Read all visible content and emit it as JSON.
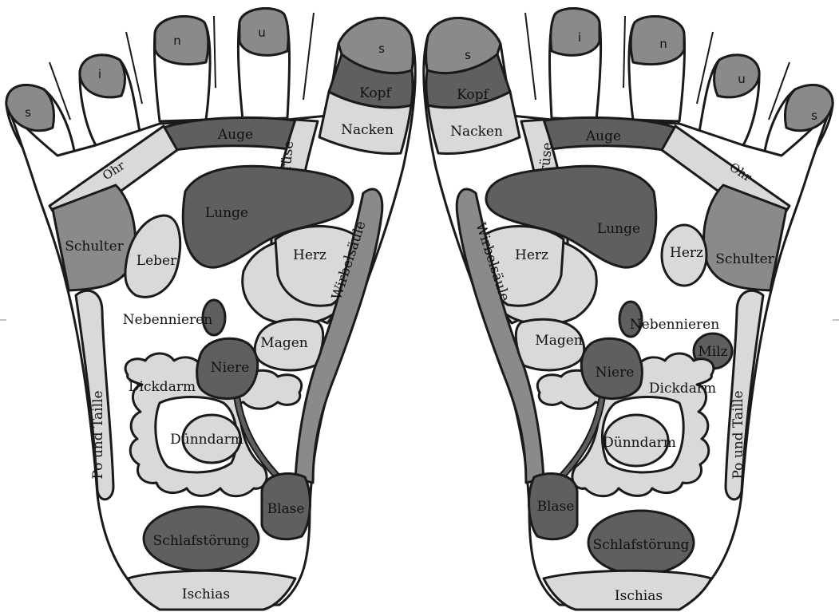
{
  "colors": {
    "dark": "#5f5f5f",
    "mid": "#8a8a8a",
    "light": "#d9d9d9",
    "foot": "#ffffff",
    "line": "#1a1a1a"
  },
  "left_foot": {
    "toes": [
      "s",
      "i",
      "n",
      "u",
      "s"
    ],
    "zones": {
      "kopf": "Kopf",
      "nacken": "Nacken",
      "auge": "Auge",
      "ohr": "Ohr",
      "schilddruese": "Schilddrüse",
      "lunge": "Lunge",
      "schulter": "Schulter",
      "leber": "Leber",
      "herz": "Herz",
      "wirbelsaeule": "Wirbelsäule",
      "nebennieren": "Nebennieren",
      "magen": "Magen",
      "niere": "Niere",
      "dickdarm": "Dickdarm",
      "po_und_taille": "Po und Taille",
      "duenndarm": "Dünndarm",
      "blase": "Blase",
      "schlafstoerung": "Schlafstörung",
      "ischias": "Ischias"
    }
  },
  "right_foot": {
    "toes": [
      "s",
      "i",
      "n",
      "u",
      "s"
    ],
    "zones": {
      "kopf": "Kopf",
      "nacken": "Nacken",
      "auge": "Auge",
      "ohr": "Ohr",
      "schilddruese": "Schilddrüse",
      "lunge": "Lunge",
      "schulter": "Schulter",
      "herz_right": "Herz",
      "herz": "Herz",
      "wirbelsaeule": "Wirbelsäule",
      "nebennieren": "Nebennieren",
      "milz": "Milz",
      "magen": "Magen",
      "niere": "Niere",
      "dickdarm": "Dickdarm",
      "po_und_taille": "Po und Taille",
      "duenndarm": "Dünndarm",
      "blase": "Blase",
      "schlafstoerung": "Schlafstörung",
      "ischias": "Ischias"
    }
  }
}
